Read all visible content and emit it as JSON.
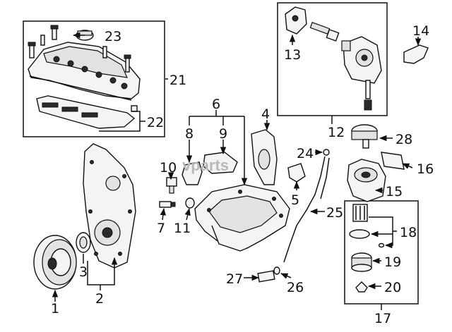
{
  "watermark": "vparts",
  "callouts": {
    "c1": "1",
    "c2": "2",
    "c3": "3",
    "c4": "4",
    "c5": "5",
    "c6": "6",
    "c7": "7",
    "c8": "8",
    "c9": "9",
    "c10": "10",
    "c11": "11",
    "c12": "12",
    "c13": "13",
    "c14": "14",
    "c15": "15",
    "c16": "16",
    "c17": "17",
    "c18": "18",
    "c19": "19",
    "c20": "20",
    "c21": "21",
    "c22": "22",
    "c23": "23",
    "c24": "24",
    "c25": "25",
    "c26": "26",
    "c27": "27",
    "c28": "28"
  }
}
